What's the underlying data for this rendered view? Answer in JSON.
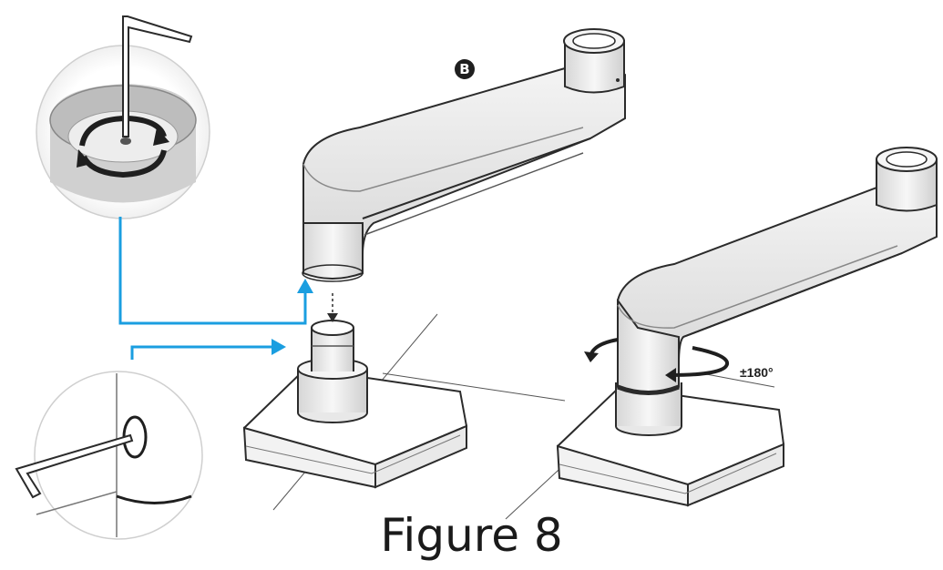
{
  "figure": {
    "caption": "Figure 8",
    "part_badge": "B",
    "rotation_label": "±180°",
    "arrow_color": "#1a9ee0",
    "line_color": "#2b2b2b"
  }
}
